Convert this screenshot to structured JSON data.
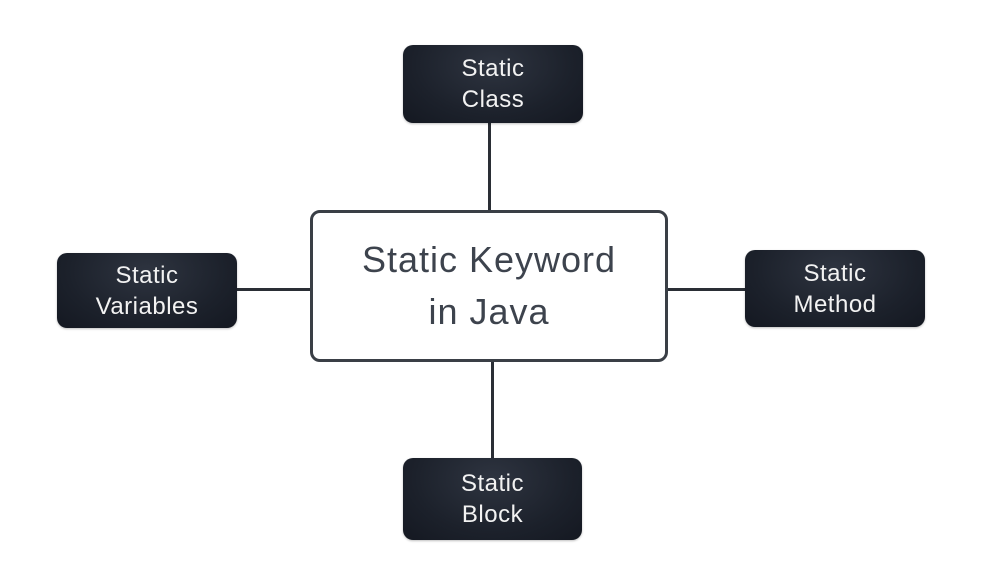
{
  "diagram": {
    "center_node": {
      "label": "Static Keyword\nin Java"
    },
    "nodes": {
      "top": {
        "label": "Static\nClass"
      },
      "left": {
        "label": "Static\nVariables"
      },
      "right": {
        "label": "Static\nMethod"
      },
      "bottom": {
        "label": "Static\nBlock"
      }
    },
    "colors": {
      "node_background": "#20252f",
      "node_text": "#f2f2f2",
      "center_background": "#ffffff",
      "center_border": "#3a3f46",
      "center_text": "#3d434d",
      "connector_line": "#2a2e35",
      "page_background": "#ffffff"
    }
  }
}
